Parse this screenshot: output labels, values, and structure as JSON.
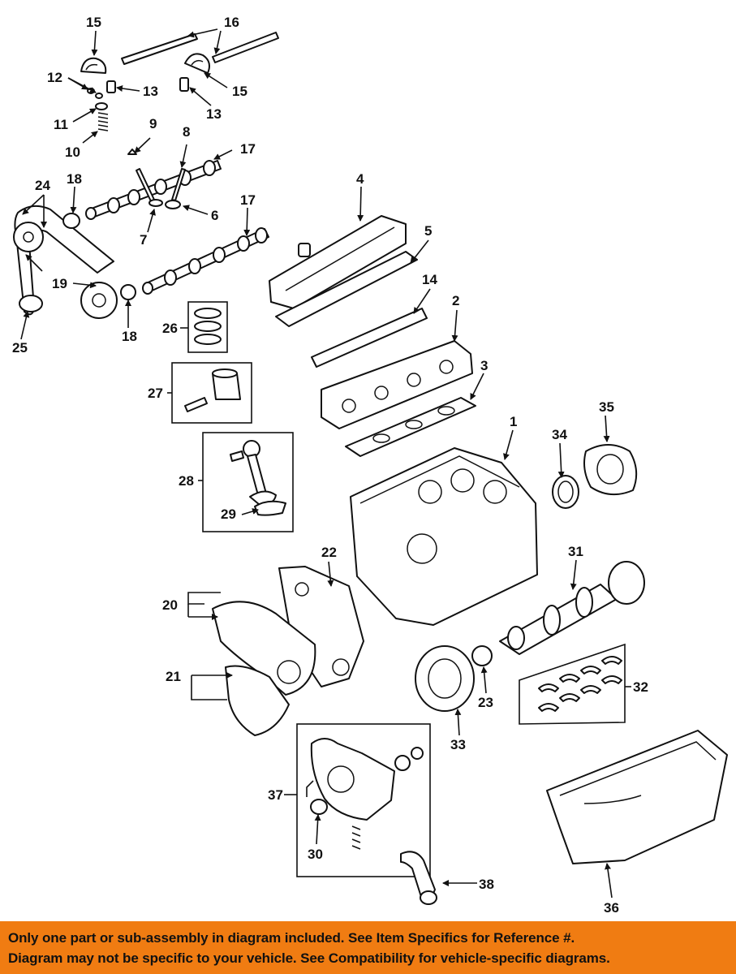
{
  "diagram": {
    "callouts": {
      "c1": "1",
      "c2": "2",
      "c3": "3",
      "c4": "4",
      "c5": "5",
      "c6": "6",
      "c7": "7",
      "c8": "8",
      "c9": "9",
      "c10": "10",
      "c11": "11",
      "c12": "12",
      "c13a": "13",
      "c13b": "13",
      "c14": "14",
      "c15a": "15",
      "c15b": "15",
      "c16": "16",
      "c17a": "17",
      "c17b": "17",
      "c18a": "18",
      "c18b": "18",
      "c19": "19",
      "c20": "20",
      "c21": "21",
      "c22": "22",
      "c23": "23",
      "c24": "24",
      "c25": "25",
      "c26": "26",
      "c27": "27",
      "c28": "28",
      "c29": "29",
      "c30": "30",
      "c31": "31",
      "c32": "32",
      "c33": "33",
      "c34": "34",
      "c35": "35",
      "c36": "36",
      "c37": "37",
      "c38": "38"
    }
  },
  "banner": {
    "line1": "Only one part or sub-assembly in diagram included. See Item Specifics for Reference #.",
    "line2": "Diagram may not be specific to your vehicle. See Compatibility for vehicle-specific diagrams.",
    "background_color": "#f07c12"
  }
}
